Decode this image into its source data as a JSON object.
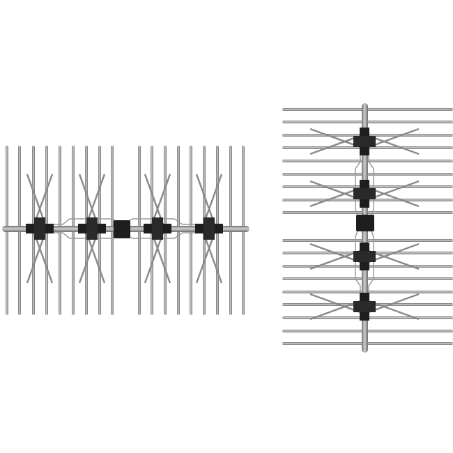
{
  "colors": {
    "rod": "#8a8a8a",
    "rod_highlight": "#c8c8c8",
    "boom": "#6e6e6e",
    "bracket": "#1e1e1e",
    "background": "#ffffff"
  },
  "antennas": [
    {
      "orientation": "horizontal-boom",
      "reflector_rods": 18,
      "bowtie_elements": 4
    },
    {
      "orientation": "vertical-boom",
      "reflector_rods": 18,
      "bowtie_elements": 4
    }
  ]
}
